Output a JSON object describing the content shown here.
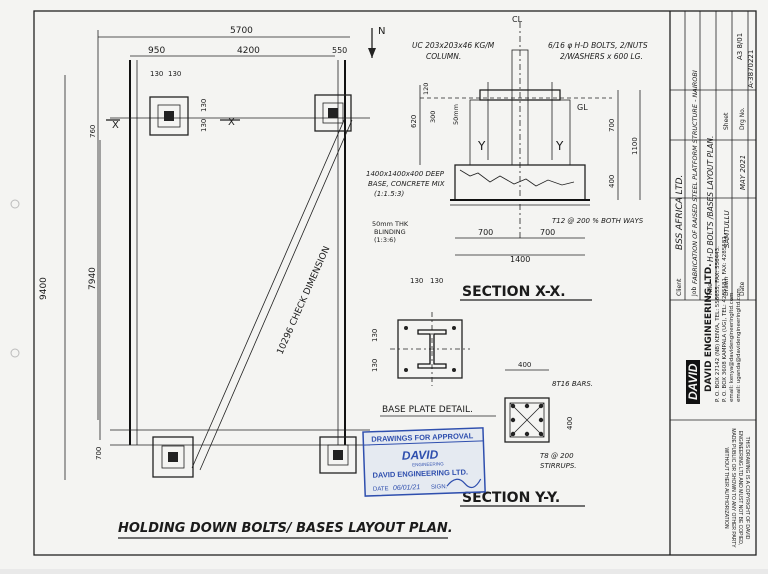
{
  "plan": {
    "title": "HOLDING DOWN BOLTS/ BASES LAYOUT PLAN.",
    "dims": {
      "overall_width": "5700",
      "left_offset": "950",
      "center_span": "4200",
      "right_offset": "550",
      "plate_a": "130",
      "plate_b": "130",
      "overall_height": "9400",
      "center_height": "7940",
      "top_edge": "760",
      "bottom_edge": "700",
      "plate_v1": "130",
      "plate_v2": "130"
    },
    "section_marks": [
      "X",
      "X"
    ],
    "north": "N",
    "diagonal_note": "10296 CHECK DIMENSION"
  },
  "section_xx": {
    "title": "SECTION X-X.",
    "column_note": "UC 203x203x46 KG/M",
    "column_note2": "COLUMN.",
    "bolts_note": "6/16 φ H-D BOLTS, 2/NUTS",
    "bolts_note2": "2/WASHERS x 600 LG.",
    "base_note": "1400x1400x400 DEEP",
    "base_note2": "BASE, CONCRETE MIX",
    "base_note3": "(1:1.5:3)",
    "blinding_note": "50mm THK",
    "blinding_note2": "BLINDING",
    "blinding_note3": "(1:3:6)",
    "bars_note": "T12 @ 200 % BOTH WAYS",
    "dim_left": "700",
    "dim_right": "700",
    "dim_total": "1400",
    "dim_620": "620",
    "dim_300": "300",
    "dim_50": "50mm",
    "dim_700": "700",
    "dim_400": "400",
    "dim_1100": "1100",
    "dim_120": "120",
    "gl": "GL",
    "y_mark": "Y",
    "cl": "CL"
  },
  "base_plate": {
    "title": "BASE PLATE DETAIL.",
    "dim_a": "130",
    "dim_b": "130",
    "dim_c": "130",
    "dim_d": "130"
  },
  "section_yy": {
    "title": "SECTION Y-Y.",
    "dim_top": "400",
    "dim_side": "400",
    "bars": "8T16 BARS.",
    "stirrups": "T8 @ 200",
    "stirrups2": "STIRRUPS."
  },
  "stamp": {
    "line1": "DRAWINGS FOR APPROVAL",
    "logo": "DAVID",
    "logo_sub": "ENGINEERING",
    "company": "DAVID ENGINEERING LTD.",
    "date_label": "DATE",
    "date_value": "06/01/21",
    "sign_label": "SIGN."
  },
  "title_block": {
    "client_label": "Client",
    "client": "BSS AFRICA LTD.",
    "job_label": "Job",
    "job": "FABRICATION OF RAISED STEEL PLATFORM STRUCTURE - NAIROBI",
    "title_label": "Title",
    "title": "H-D BOLTS /BASES LAYOUT PLAN.",
    "drawn_label": "Drawn",
    "drawn": "SAMTULLU",
    "date_label": "Date",
    "date": "MAY 2021",
    "drg_label": "Drg No.",
    "drg": "A-3870221",
    "sheet_label": "Sheet",
    "sheet": "A3 8/01",
    "company": "DAVID ENGINEERING LTD.",
    "logo": "DAVID",
    "addr1": "P. O. BOX 27142 (NB) KENYA, TEL: 556655, FAX: 556443.",
    "addr2": "P. O. BOX 3608 KAMPALA (UG), TEL: 4285581, FAX: 4285582",
    "email": "email: kenya@davidengineeringltd.com",
    "email2": "email: uganda@davidengineeringltd.com",
    "copyright": "THIS DRAWING IS A COPYRIGHT OF DAVID ENGINEERING LTD AND MUST NOT BE COPIED, MADE PUBLIC OR SHOWN TO ANY OTHER PARTY WITHOUT THEIR AUTHORIZATION"
  }
}
